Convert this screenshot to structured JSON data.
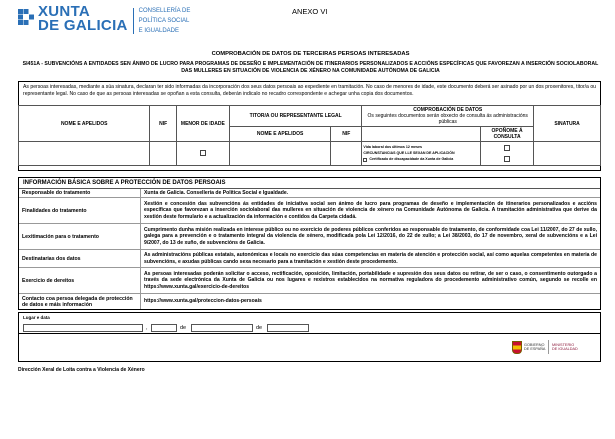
{
  "header": {
    "logo_text_1": "XUNTA",
    "logo_text_2": "DE GALICIA",
    "conselleria_1": "CONSELLERÍA DE",
    "conselleria_2": "POLÍTICA SOCIAL",
    "conselleria_3": "E IGUALDADE",
    "annex": "ANEXO VI",
    "brand_color": "#2a6fb6"
  },
  "title": "COMPROBACIÓN DE DATOS DE TERCEIRAS PERSOAS INTERESADAS",
  "subtitle_1": "SI451A - SUBVENCIÓNS A ENTIDADES SEN ÁNIMO DE LUCRO PARA PROGRAMAS DE DESEÑO E IMPLEMENTACIÓN DE ITINERARIOS PERSONALIZADOS E ACCIÓNS ESPECÍFICAS QUE FAVOREZAN A INSERCIÓN SOCIOLABORAL",
  "subtitle_2": "DAS MULLERES EN SITUACIÓN DE VIOLENCIA DE XÉNERO NA COMUNIDADE AUTÓNOMA DE GALICIA",
  "intro": "As persoas interesadas, mediante a súa sinatura, declaran ter sido informadas da incorporación dos seus datos persoais ao expediente en tramitación. No caso de menores de idade, este documento deberá ser asinado por un dos proxenitores, titor/a ou representante legal. No caso de que as persoas interesadas se opoñan a esta consulta, deberán indicalo no recadro correspondente e achegar unha copia dos documentos.",
  "consult_table": {
    "col_name": "NOME E APELIDOS",
    "col_nif": "NIF",
    "col_minor": "MENOR DE IDADE",
    "col_tutor": "TITOR/A OU REPRESENTANTE LEGAL",
    "col_tutor_name": "NOME E APELIDOS",
    "col_tutor_nif": "NIF",
    "col_check_title": "COMPROBACIÓN DE DATOS",
    "col_check_sub": "Os seguintes documentos serán obxecto de consulta ás administracións públicas",
    "col_oppose": "OPOÑOME Á CONSULTA",
    "col_sign": "SINATURA",
    "options": [
      "Vida laboral dos últimos 12 meses",
      "CIRCUNSTANCIAS QUE LLE SEXAN DE APLICACIÓN",
      "Certificado de discapacidade da Xunta de Galicia"
    ]
  },
  "info": {
    "title": "INFORMACIÓN BÁSICA SOBRE A PROTECCIÓN DE DATOS PERSOAIS",
    "rows": [
      {
        "label": "Responsable do tratamento",
        "value": "Xunta de Galicia. Consellería de Política Social e Igualdade."
      },
      {
        "label": "Finalidades do tratamento",
        "value": "Xestión e concesión das subvencións ás entidades de iniciativa social sen ánimo de lucro para programas de deseño e implementación de itinerarios personalizados e accións específicas que favorezan a inserción sociolaboral das mulleres en situación de violencia de xénero na Comunidade Autónoma de Galicia. A tramitación administrativa que derive da xestión deste formulario e a actualización da información e contidos da Carpeta cidadá."
      },
      {
        "label": "Lexitimación para o tratamento",
        "value": "Cumprimento dunha misión realizada en interese público ou no exercicio de poderes públicos conferidos ao responsable do tratamento, de conformidade coa Lei 11/2007, do 27 de xullo, galega para a prevención e o tratamento integral da violencia de xénero, modificada pola Lei 12/2016, do 22 de xullo; a Lei 38/2003, do 17 de novembro, xeral de subvencións e a Lei 9/2007, do 13 de xuño, de subvencións de Galicia."
      },
      {
        "label": "Destinatarias dos datos",
        "value": "As administracións públicas estatais, autonómicas e locais no exercicio das súas competencias en materia de atención e protección social, así como aquelas competentes en materia de subvencións, e axudas públicas cando sexa necesario para a tramitación e xestión deste procedemento."
      },
      {
        "label": "Exercicio de dereitos",
        "value": "As persoas interesadas poderán solicitar o acceso, rectificación, oposición, limitación, portabilidade e supresión dos seus datos ou retirar, de ser o caso, o consentimento outorgado a través da sede electrónica da Xunta de Galicia ou nos lugares e rexistros establecidos na normativa reguladora do procedemento administrativo común, segundo se recolle en https://www.xunta.gal/exercicio-de-dereitos"
      },
      {
        "label": "Contacto coa persoa delegada de protección de datos e máis información",
        "value": "https://www.xunta.gal/proteccion-datos-persoais"
      }
    ]
  },
  "date": {
    "label": "Lugar e data",
    "sep_comma": ",",
    "sep_de_1": "de",
    "sep_de_2": "de"
  },
  "gob": {
    "line1": "GOBIERNO",
    "line2": "DE ESPAÑA",
    "line3": "MINISTERIO",
    "line4": "DE IGUALDAD"
  },
  "footer": "Dirección Xeral de Loita contra a Violencia de Xénero"
}
